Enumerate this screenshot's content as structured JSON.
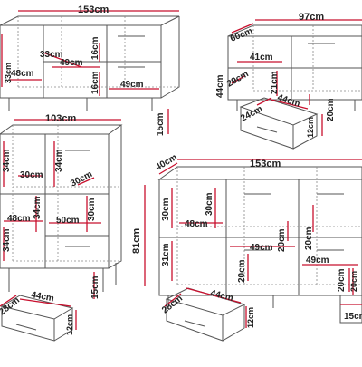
{
  "labels": {
    "top_left": [
      "153cm",
      "33cm",
      "48cm",
      "33cm",
      "49cm",
      "16cm",
      "16cm",
      "49cm"
    ],
    "top_right": [
      "60cm",
      "97cm",
      "41cm",
      "21cm",
      "29cm",
      "44cm",
      "44cm",
      "24cm",
      "20cm",
      "12cm"
    ],
    "bottom_left": [
      "103cm",
      "15cm",
      "34cm",
      "30cm",
      "34cm",
      "30cm",
      "48cm",
      "50cm",
      "34cm",
      "34cm",
      "30cm",
      "44cm",
      "15cm",
      "28cm",
      "12cm"
    ],
    "bottom_right": [
      "40cm",
      "153cm",
      "81cm",
      "30cm",
      "30cm",
      "48cm",
      "31cm",
      "20cm",
      "49cm",
      "20cm",
      "20cm",
      "49cm",
      "20cm",
      "44cm",
      "28cm",
      "12cm",
      "15cm",
      "20cm"
    ]
  },
  "colors": {
    "line": "#555555",
    "dim_line": "#c8102e",
    "dash": "#888888",
    "text": "#222222"
  }
}
